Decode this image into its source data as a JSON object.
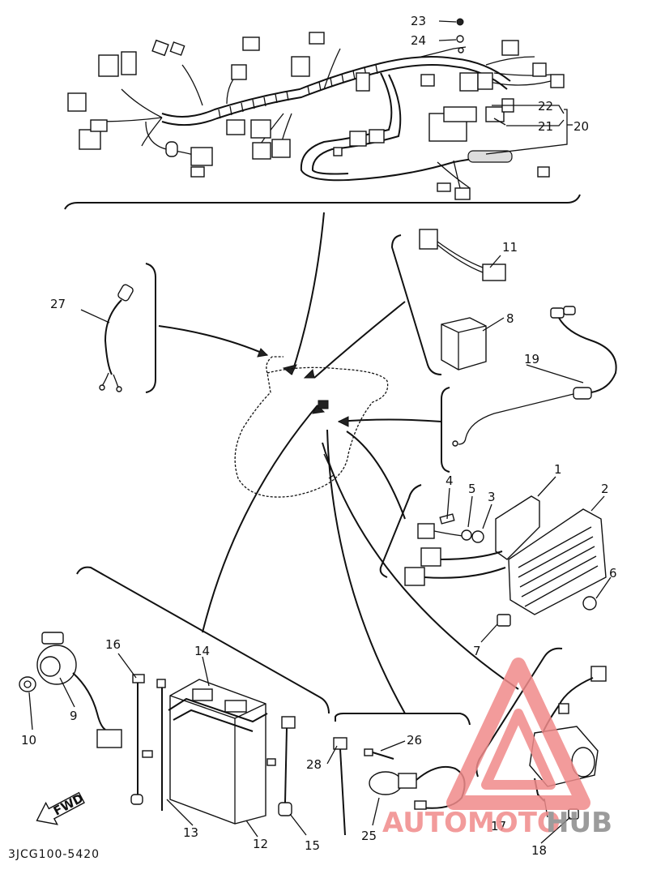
{
  "diagram": {
    "catalog_code": "3JCG100-5420",
    "fwd_label": "FWD",
    "callouts": [
      {
        "id": "c1",
        "text": "1"
      },
      {
        "id": "c2",
        "text": "2"
      },
      {
        "id": "c3",
        "text": "3"
      },
      {
        "id": "c4",
        "text": "4"
      },
      {
        "id": "c5",
        "text": "5"
      },
      {
        "id": "c6",
        "text": "6"
      },
      {
        "id": "c7",
        "text": "7"
      },
      {
        "id": "c8",
        "text": "8"
      },
      {
        "id": "c9",
        "text": "9"
      },
      {
        "id": "c10",
        "text": "10"
      },
      {
        "id": "c11",
        "text": "11"
      },
      {
        "id": "c12",
        "text": "12"
      },
      {
        "id": "c13",
        "text": "13"
      },
      {
        "id": "c14",
        "text": "14"
      },
      {
        "id": "c15",
        "text": "15"
      },
      {
        "id": "c16",
        "text": "16"
      },
      {
        "id": "c17",
        "text": "17"
      },
      {
        "id": "c18",
        "text": "18"
      },
      {
        "id": "c19",
        "text": "19"
      },
      {
        "id": "c20",
        "text": "20"
      },
      {
        "id": "c21",
        "text": "21"
      },
      {
        "id": "c22",
        "text": "22"
      },
      {
        "id": "c23",
        "text": "23"
      },
      {
        "id": "c24",
        "text": "24"
      },
      {
        "id": "c25",
        "text": "25"
      },
      {
        "id": "c26",
        "text": "26"
      },
      {
        "id": "c27",
        "text": "27"
      },
      {
        "id": "c28",
        "text": "28"
      }
    ]
  },
  "watermark": {
    "text_auto": "AUTOMOTO",
    "text_hub": "HUB",
    "color_primary": "#f08a8a",
    "color_secondary": "#8a8a8a"
  }
}
